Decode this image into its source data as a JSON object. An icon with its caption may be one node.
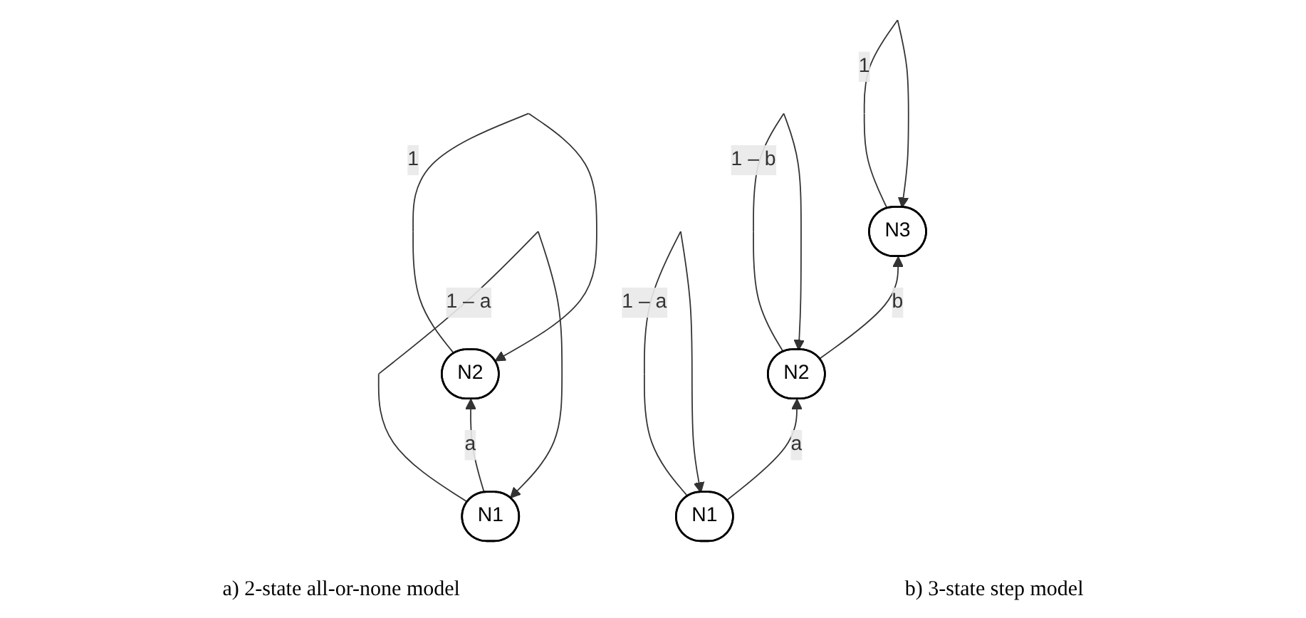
{
  "diagram": {
    "nodes": [
      {
        "text": [
          "N1"
        ]
      },
      {
        "text": [
          "N2"
        ]
      },
      {
        "text": [
          "N1"
        ]
      },
      {
        "text": [
          "N2"
        ]
      },
      {
        "text": [
          "N3"
        ]
      }
    ],
    "edges": [
      {
        "from": 0,
        "to": 0,
        "arrow": "to",
        "label": "1 – a"
      },
      {
        "from": 0,
        "to": 1,
        "arrow": "to",
        "label": "a"
      },
      {
        "from": 1,
        "to": 1,
        "arrow": "to",
        "label": "1"
      },
      {
        "from": 2,
        "to": 2,
        "arrow": "to",
        "label": "1 – a"
      },
      {
        "from": 2,
        "to": 3,
        "arrow": "to",
        "label": "a"
      },
      {
        "from": 3,
        "to": 3,
        "arrow": "to",
        "label": "1 – b"
      },
      {
        "from": 3,
        "to": 4,
        "arrow": "to",
        "label": "b"
      },
      {
        "from": 4,
        "to": 4,
        "arrow": "to",
        "label": "1"
      }
    ],
    "labels": [
      "a) 2-state all-or-none model",
      "b) 3-state step model"
    ]
  }
}
